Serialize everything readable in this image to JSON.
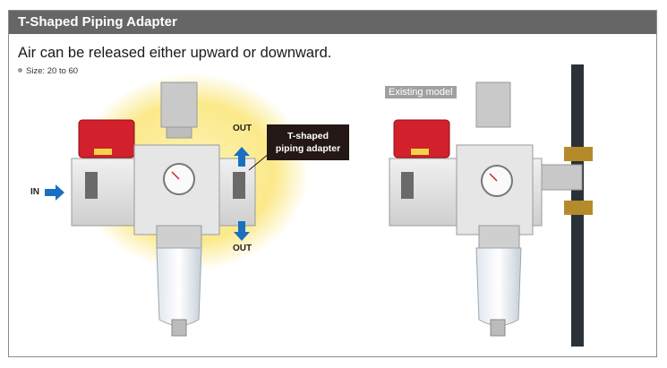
{
  "title": "T-Shaped Piping Adapter",
  "headline": "Air can be released either upward or downward.",
  "size_note": "Size: 20 to 60",
  "labels": {
    "in": "IN",
    "out_top": "OUT",
    "out_bottom": "OUT",
    "callout_line1": "T-shaped",
    "callout_line2": "piping adapter",
    "existing_model": "Existing model"
  },
  "colors": {
    "header_bg": "#666666",
    "arrow_blue": "#1a6fc0",
    "knob_red": "#d2202c",
    "highlight_yellow": "#fbe98a"
  },
  "icons": [
    "arrow-right-icon",
    "arrow-up-icon",
    "arrow-down-icon",
    "pressure-gauge-icon"
  ]
}
